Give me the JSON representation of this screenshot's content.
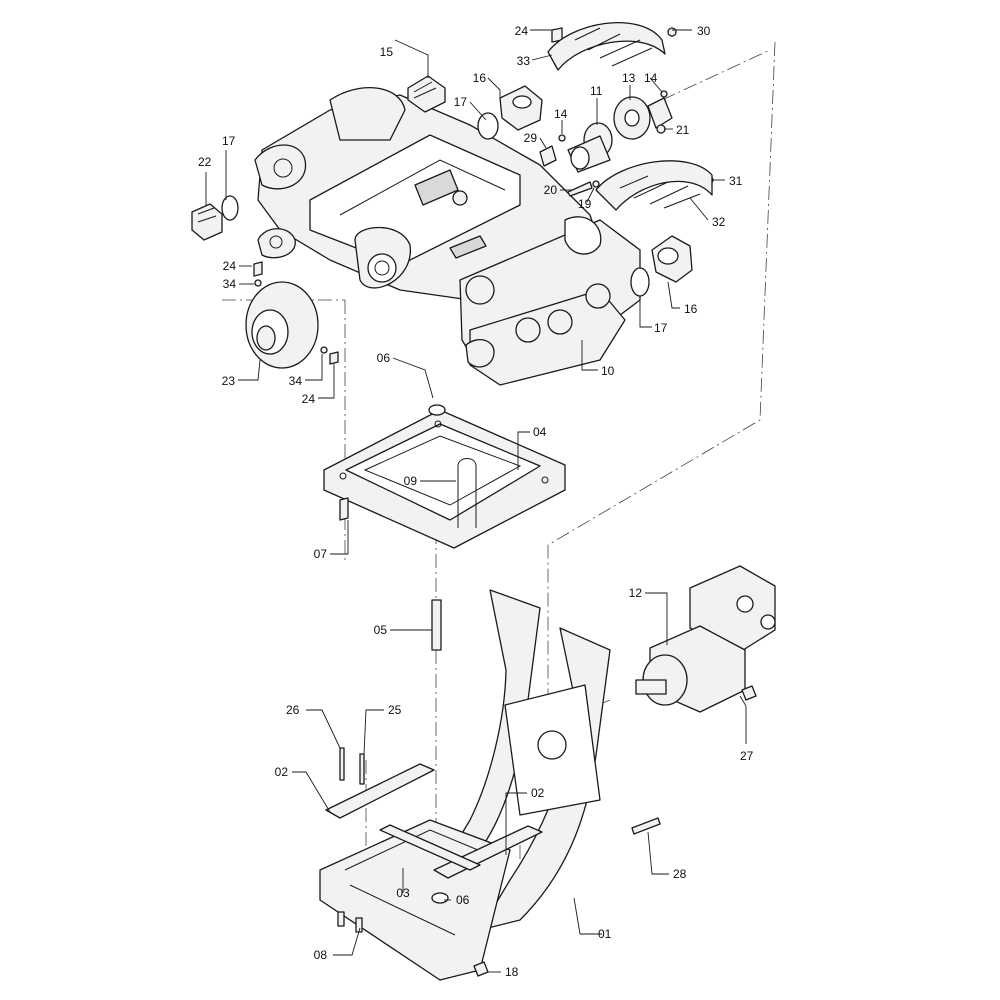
{
  "callouts": [
    {
      "id": "01",
      "text": "01"
    },
    {
      "id": "02a",
      "text": "02"
    },
    {
      "id": "02b",
      "text": "02"
    },
    {
      "id": "03",
      "text": "03"
    },
    {
      "id": "04",
      "text": "04"
    },
    {
      "id": "05",
      "text": "05"
    },
    {
      "id": "06a",
      "text": "06"
    },
    {
      "id": "06b",
      "text": "06"
    },
    {
      "id": "07",
      "text": "07"
    },
    {
      "id": "08",
      "text": "08"
    },
    {
      "id": "09",
      "text": "09"
    },
    {
      "id": "10",
      "text": "10"
    },
    {
      "id": "11",
      "text": "11"
    },
    {
      "id": "12",
      "text": "12"
    },
    {
      "id": "13",
      "text": "13"
    },
    {
      "id": "14a",
      "text": "14"
    },
    {
      "id": "14b",
      "text": "14"
    },
    {
      "id": "15",
      "text": "15"
    },
    {
      "id": "16a",
      "text": "16"
    },
    {
      "id": "16b",
      "text": "16"
    },
    {
      "id": "17a",
      "text": "17"
    },
    {
      "id": "17b",
      "text": "17"
    },
    {
      "id": "17c",
      "text": "17"
    },
    {
      "id": "18",
      "text": "18"
    },
    {
      "id": "19",
      "text": "19"
    },
    {
      "id": "20",
      "text": "20"
    },
    {
      "id": "21",
      "text": "21"
    },
    {
      "id": "22",
      "text": "22"
    },
    {
      "id": "23",
      "text": "23"
    },
    {
      "id": "24a",
      "text": "24"
    },
    {
      "id": "24b",
      "text": "24"
    },
    {
      "id": "24c",
      "text": "24"
    },
    {
      "id": "25",
      "text": "25"
    },
    {
      "id": "26",
      "text": "26"
    },
    {
      "id": "27",
      "text": "27"
    },
    {
      "id": "28",
      "text": "28"
    },
    {
      "id": "29",
      "text": "29"
    },
    {
      "id": "30",
      "text": "30"
    },
    {
      "id": "31",
      "text": "31"
    },
    {
      "id": "32",
      "text": "32"
    },
    {
      "id": "33",
      "text": "33"
    },
    {
      "id": "34a",
      "text": "34"
    },
    {
      "id": "34b",
      "text": "34"
    }
  ]
}
